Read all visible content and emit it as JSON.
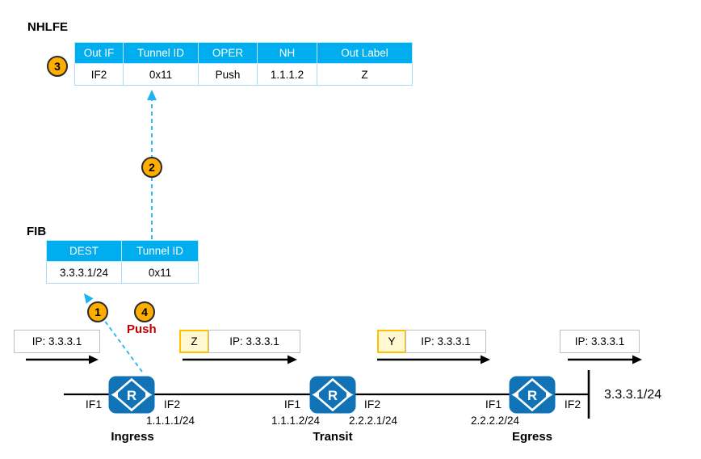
{
  "nhlfe": {
    "title": "NHLFE",
    "headers": [
      "Out IF",
      "Tunnel ID",
      "OPER",
      "NH",
      "Out Label"
    ],
    "row": [
      "IF2",
      "0x11",
      "Push",
      "1.1.1.2",
      "Z"
    ]
  },
  "fib": {
    "title": "FIB",
    "headers": [
      "DEST",
      "Tunnel ID"
    ],
    "row": [
      "3.3.3.1/24",
      "0x11"
    ]
  },
  "steps": {
    "s1": "1",
    "s2": "2",
    "s3": "3",
    "s4": "4"
  },
  "operation": {
    "push_label": "Push"
  },
  "packets": {
    "p1": {
      "ip": "IP: 3.3.3.1"
    },
    "p2": {
      "label": "Z",
      "ip": "IP: 3.3.3.1"
    },
    "p3": {
      "label": "Y",
      "ip": "IP: 3.3.3.1"
    },
    "p4": {
      "ip": "IP: 3.3.3.1"
    }
  },
  "routers": {
    "ingress": {
      "name": "Ingress",
      "icon": "R",
      "if_left": "IF1",
      "if_right": "IF2",
      "ip_right": "1.1.1.1/24"
    },
    "transit": {
      "name": "Transit",
      "icon": "R",
      "if_left": "IF1",
      "if_right": "IF2",
      "ip_left": "1.1.1.2/24",
      "ip_right": "2.2.2.1/24"
    },
    "egress": {
      "name": "Egress",
      "icon": "R",
      "if_left": "IF1",
      "if_right": "IF2",
      "ip_left": "2.2.2.2/24"
    }
  },
  "destination": {
    "label": "3.3.3.1/24"
  },
  "colors": {
    "table_header_blue": "#00AEEF",
    "table_border_blue": "#A9DCF5",
    "router_blue": "#1272B6",
    "arrow_cyan": "#1FB3F0",
    "step_circle_fill": "#FFAE00",
    "push_red": "#C00000",
    "mpls_label_border": "#FFC000",
    "mpls_label_fill": "#FFF8D1",
    "packet_border_gray": "#BFBFBF"
  }
}
